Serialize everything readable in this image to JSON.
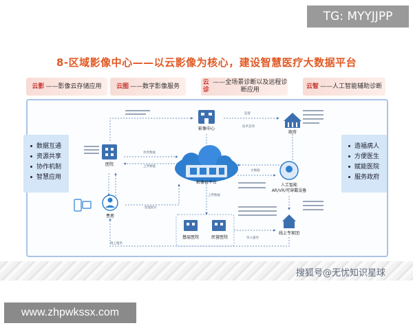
{
  "watermarks": {
    "tg": "TG: MYYJJPP",
    "site": "www.zhpwkssx.com",
    "sohu": "搜狐号@无忧知识星球"
  },
  "title": "8-区域影像中心——以云影像为核心，建设智慧医疗大数据平台",
  "pills": [
    {
      "key": "云影",
      "text": "——影像云存储应用"
    },
    {
      "key": "云图",
      "text": "——数字影像服务"
    },
    {
      "key": "云诊",
      "text": "——全场景诊断以及远程诊断应用"
    },
    {
      "key": "云智",
      "text": "——人工智能辅助诊断"
    }
  ],
  "left_box": {
    "items": [
      "数据互通",
      "资源共享",
      "协作机制",
      "智慧应用"
    ]
  },
  "right_box": {
    "items": [
      "造福病人",
      "方便医生",
      "赋能医院",
      "服务政府"
    ]
  },
  "nodes": {
    "hospital": "医院",
    "imaging_center": "影像中心",
    "government": "政府",
    "cloud_platform": "影像云平台",
    "ai": "人工智能",
    "ai_sub": "AR/VR/可穿戴设备",
    "patient": "患者",
    "primary_hospital": "基层医院",
    "private_hospital": "民营医院",
    "home": "线上专家团"
  },
  "edges": {
    "share_data": "共享数据",
    "upload_data": "上传数据",
    "smart_film": "智能胶片",
    "online_service": "线上服务",
    "import_service": "导入服务",
    "supervise": "监督",
    "tech_support": "技术支持",
    "big_data": "大数据",
    "upload_data2": "上传数据"
  }
}
